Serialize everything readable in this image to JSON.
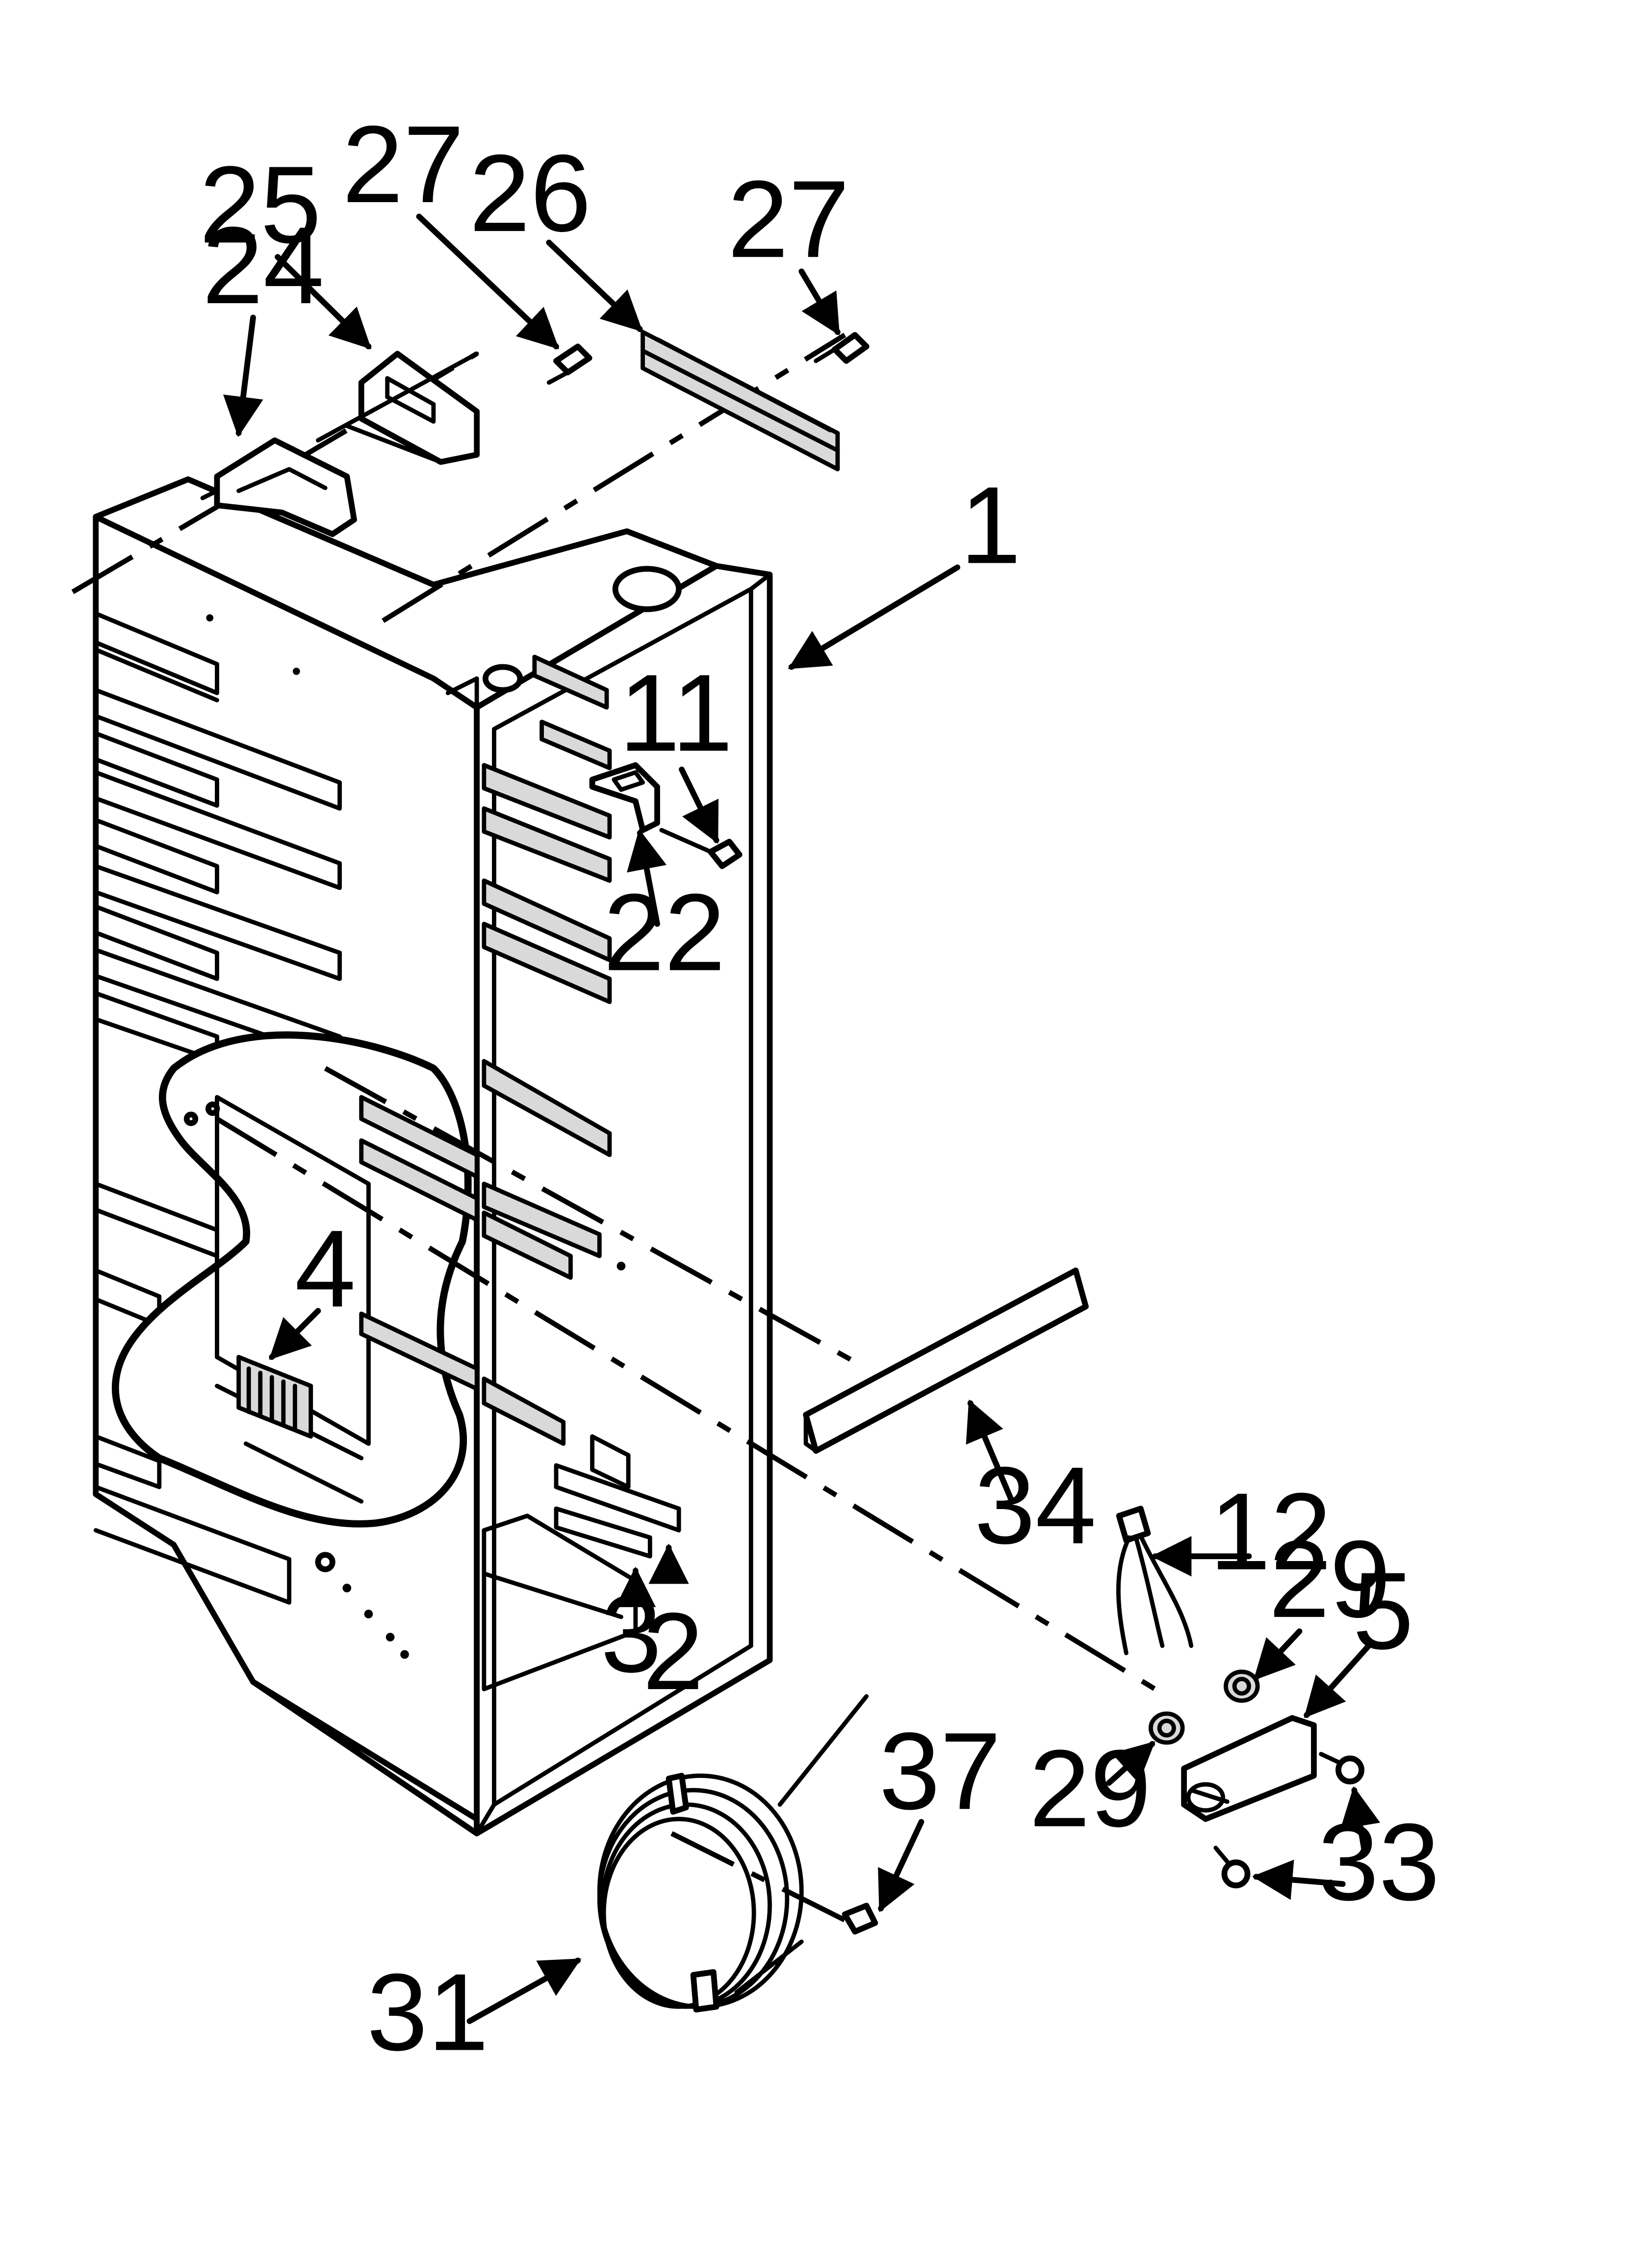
{
  "callouts": {
    "c1": "1",
    "c2": "2",
    "c3": "3",
    "c4": "4",
    "c5": "5",
    "c11": "11",
    "c12": "12",
    "c22": "22",
    "c24": "24",
    "c25": "25",
    "c26": "26",
    "c27a": "27",
    "c27b": "27",
    "c29a": "29",
    "c29b": "29",
    "c31": "31",
    "c33": "33",
    "c34": "34",
    "c37": "37"
  }
}
